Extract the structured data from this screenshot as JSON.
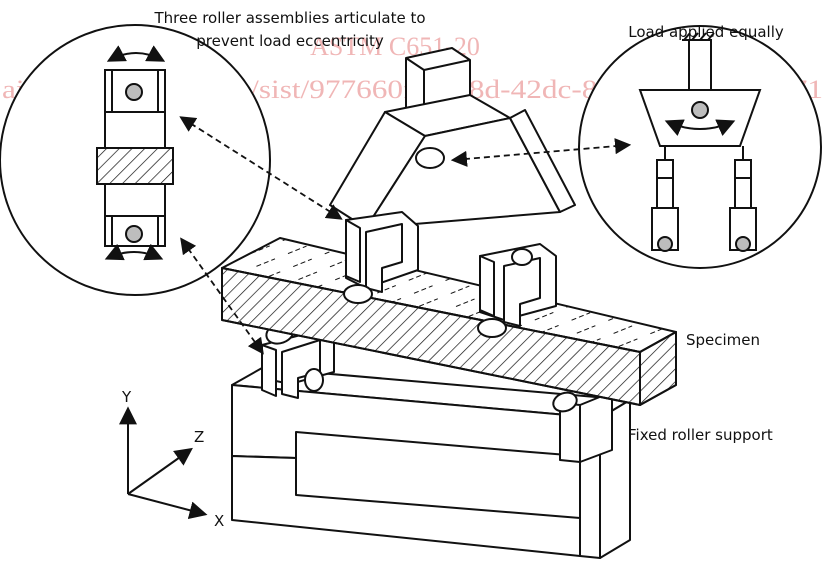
{
  "watermark": {
    "line1": "ASTM C651-20",
    "line2": "ai/catalog/standards/sist/977660f8-4a8d-42dc-8441-e62e81d1571"
  },
  "labels": {
    "caption_line1": "Three roller assemblies articulate to",
    "caption_line2": "prevent load eccentricity",
    "load": "Load applied equally",
    "specimen": "Specimen",
    "support": "Fixed roller support"
  },
  "axes": {
    "x": "X",
    "y": "Y",
    "z": "Z"
  },
  "colors": {
    "line": "#111111",
    "roller_fill": "#bdbdbd",
    "watermark": "#f0b6b6"
  }
}
